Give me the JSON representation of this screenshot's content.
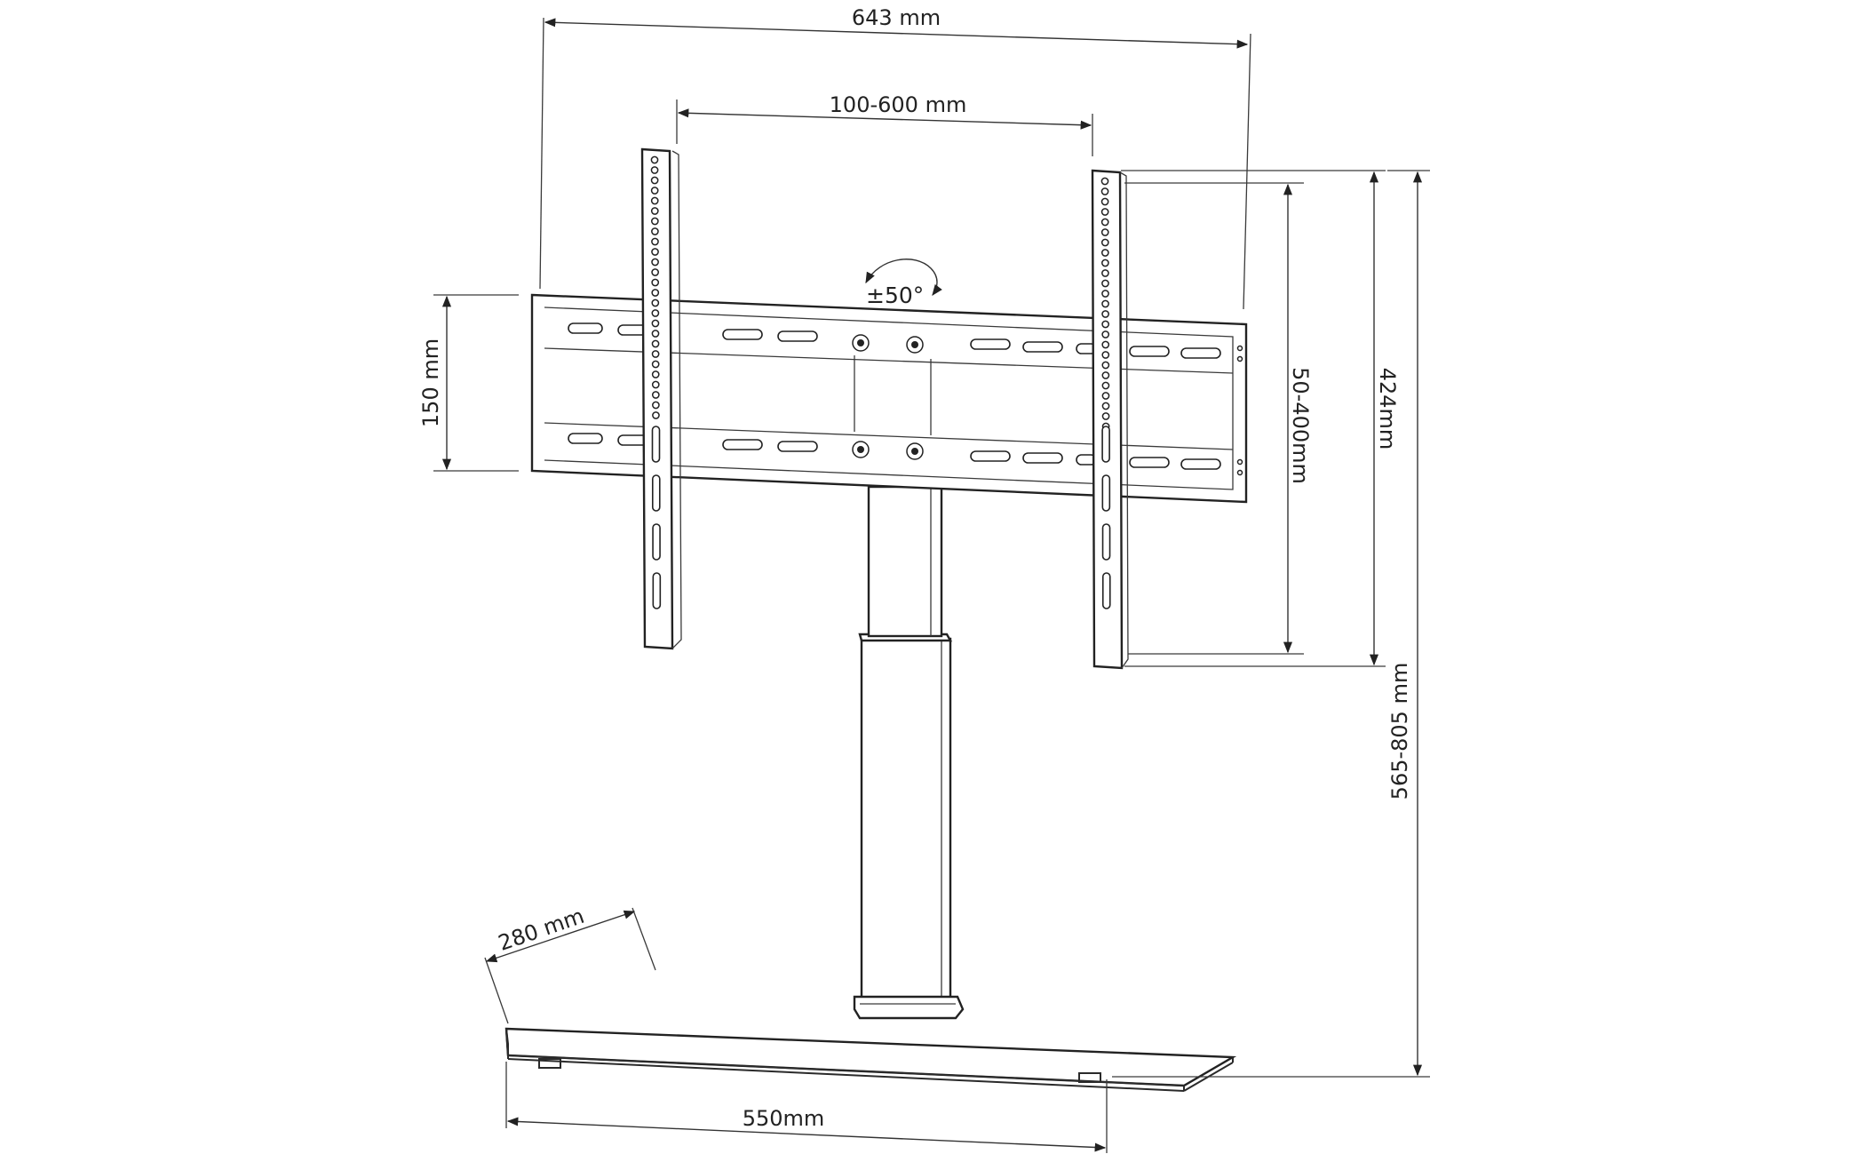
{
  "dimensions": {
    "overall_width": "643 mm",
    "vesa_horizontal": "100-600 mm",
    "bracket_height": "150 mm",
    "vesa_vertical": "50-400mm",
    "arm_height": "424mm",
    "total_height": "565-805 mm",
    "base_depth": "280 mm",
    "base_width": "550mm",
    "swivel": "±50°"
  }
}
